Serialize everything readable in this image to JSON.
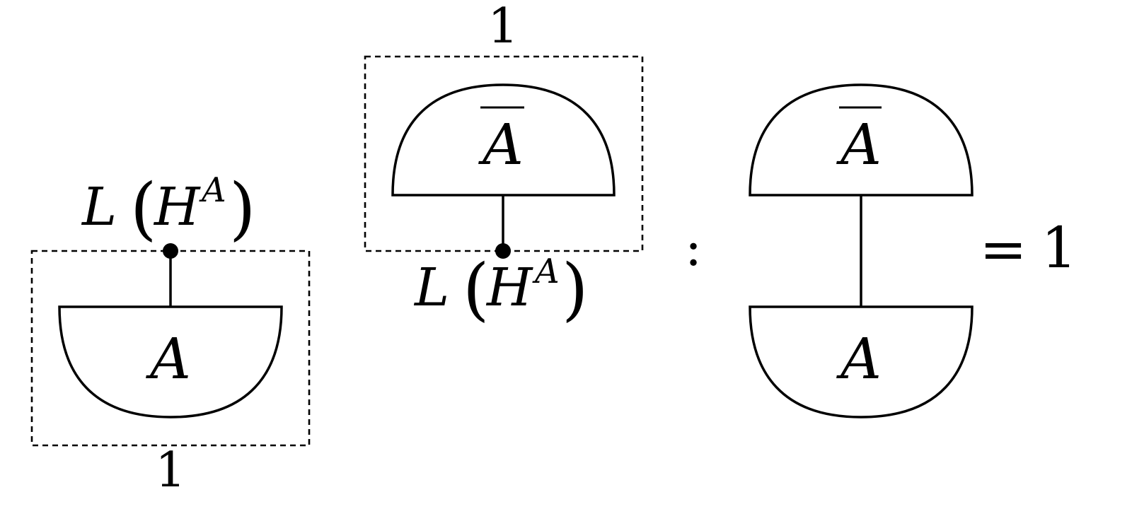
{
  "diagram": {
    "left_box": {
      "label_top_calL": "L",
      "label_top_calH": "H",
      "label_top_sup": "A",
      "label_bottom": "1",
      "node_label": "A"
    },
    "middle_box": {
      "label_top": "1",
      "node_label": "A",
      "label_bottom_calL": "L",
      "label_bottom_calH": "H",
      "label_bottom_sup": "A"
    },
    "colon": ":",
    "right_expr": {
      "top_label": "A",
      "bottom_label": "A",
      "equals": "=",
      "result": "1"
    },
    "paren_open": "(",
    "paren_close": ")"
  }
}
